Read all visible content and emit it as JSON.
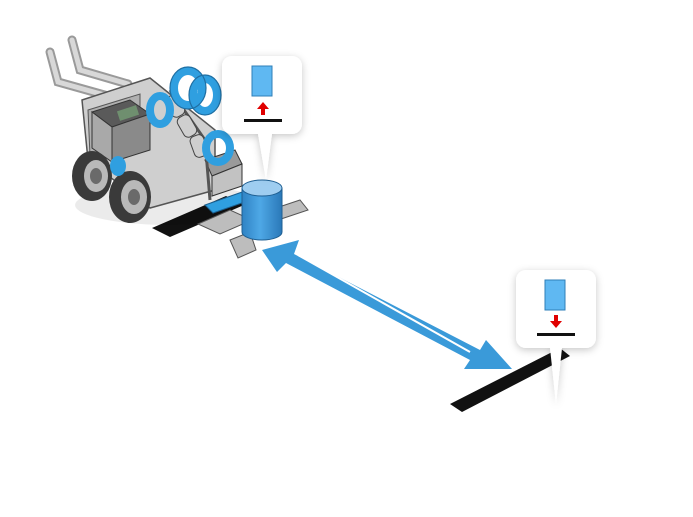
{
  "colors": {
    "background": "#ffffff",
    "arrow": "#3a9ad9",
    "arrow_inner_line": "#ffffff",
    "line_marker": "#111111",
    "object_fill": "#3f97d6",
    "object_top": "#9ecdf0",
    "callout_card": "#ffffff",
    "callout_object": "#5fb8f2",
    "callout_arrow": "#e00000",
    "robot_frame": "#c9c9c9",
    "robot_accent": "#2f9fe0",
    "robot_tire": "#3a3a3a"
  },
  "callouts": [
    {
      "name": "pickup-callout",
      "action": "lift",
      "arrow_direction": "up"
    },
    {
      "name": "dropoff-callout",
      "action": "place",
      "arrow_direction": "down"
    }
  ],
  "path": {
    "arrow_style": "double-headed"
  }
}
